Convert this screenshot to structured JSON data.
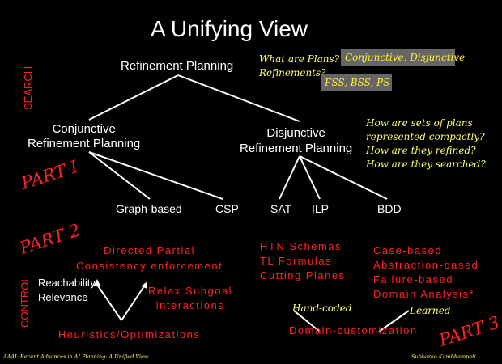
{
  "slide": {
    "title": "A Unifying View",
    "side_labels": {
      "search": "SEARCH",
      "control": "CONTROL"
    },
    "parts": {
      "part1": "PART I",
      "part2": "PART 2",
      "part3": "PART 3"
    },
    "nodes": {
      "root": "Refinement Planning",
      "conjunctive": [
        "Conjunctive",
        "Refinement Planning"
      ],
      "disjunctive": [
        "Disjunctive",
        "Refinement Planning"
      ],
      "graph_based": "Graph-based",
      "csp": "CSP",
      "sat": "SAT",
      "ilp": "ILP",
      "bdd": "BDD"
    },
    "questions": {
      "what_are_plans": "What are Plans?",
      "refinements": "Refinements?",
      "conj_disj": "Conjunctive, Disjunctive",
      "fss_bss_ps": "FSS, BSS, PS",
      "sets_of_plans": [
        "How are sets of plans",
        "represented compactly?",
        "How are they refined?",
        "How are they searched?"
      ]
    },
    "control": {
      "directed_partial": [
        "Directed Partial",
        "Consistency enforcement"
      ],
      "reachability": [
        "Reachability",
        "Relevance"
      ],
      "relax_subgoal": [
        "Relax Subgoal",
        "interactions"
      ],
      "heuristics": "Heuristics/Optimizations",
      "htn_list": [
        "HTN Schemas",
        "TL Formulas",
        "Cutting Planes"
      ],
      "case_list": [
        "Case-based",
        "Abstraction-based",
        "Failure-based",
        "Domain Analysis*"
      ],
      "hand_coded": "Hand-coded",
      "learned": "Learned",
      "domain_customization": "Domain-customization"
    },
    "footer": {
      "left": "AAAI: Recent Advances in AI Planning: A Unified View",
      "right": "Subbarao Kambhampati"
    }
  }
}
